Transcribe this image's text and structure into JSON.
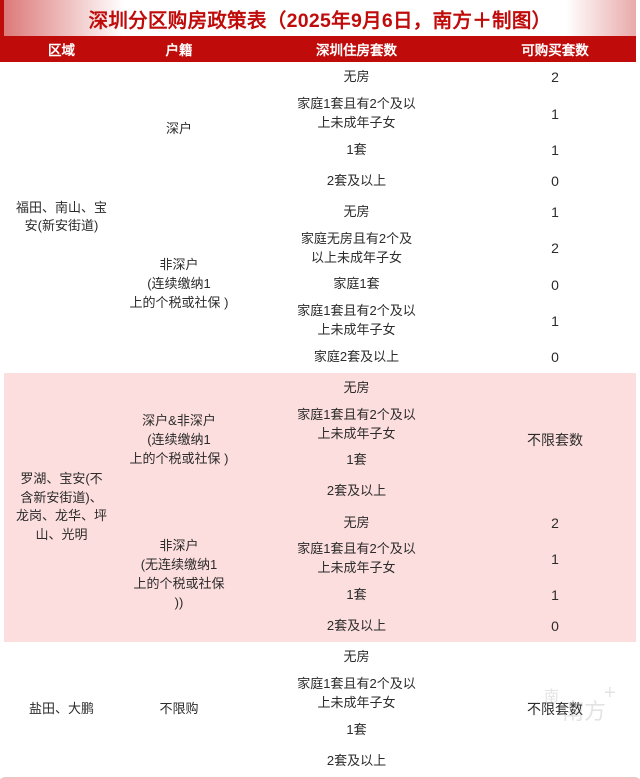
{
  "title": "深圳分区购房政策表（2025年9月6日，南方＋制图）",
  "accent_color": "#c00b0b",
  "pink_band_color": "#fddede",
  "watermark": "南方+",
  "header": {
    "region": "区域",
    "hukou": "户籍",
    "houses": "深圳住房套数",
    "quota": "可购买套数"
  },
  "sections": [
    {
      "region": "福田、南山、宝\n安(新安街道)",
      "background": "white",
      "groups": [
        {
          "hukou": "深户",
          "rows": [
            {
              "houses": "无房",
              "quota": "2"
            },
            {
              "houses": "家庭1套且有2个及以\n上未成年子女",
              "quota": "1"
            },
            {
              "houses": "1套",
              "quota": "1"
            },
            {
              "houses": "2套及以上",
              "quota": "0"
            }
          ]
        },
        {
          "hukou": "非深户\n(连续缴纳1\n上的个税或社保 )",
          "rows": [
            {
              "houses": "无房",
              "quota": "1"
            },
            {
              "houses": "家庭无房且有2个及\n以上未成年子女",
              "quota": "2"
            },
            {
              "houses": "家庭1套",
              "quota": "0"
            },
            {
              "houses": "家庭1套且有2个及以\n上未成年子女",
              "quota": "1"
            },
            {
              "houses": "家庭2套及以上",
              "quota": "0"
            }
          ]
        }
      ]
    },
    {
      "region": "罗湖、宝安(不\n含新安街道)、\n龙岗、龙华、坪\n山、光明",
      "background": "pink",
      "groups": [
        {
          "hukou": "深户&非深户\n(连续缴纳1\n上的个税或社保 )",
          "merged_quota": "不限套数",
          "rows": [
            {
              "houses": "无房"
            },
            {
              "houses": "家庭1套且有2个及以\n上未成年子女"
            },
            {
              "houses": "1套"
            },
            {
              "houses": "2套及以上"
            }
          ]
        },
        {
          "hukou": "非深户\n(无连续缴纳1\n上的个税或社保\n))",
          "rows": [
            {
              "houses": "无房",
              "quota": "2"
            },
            {
              "houses": "家庭1套且有2个及以\n上未成年子女",
              "quota": "1"
            },
            {
              "houses": "1套",
              "quota": "1"
            },
            {
              "houses": "2套及以上",
              "quota": "0"
            }
          ]
        }
      ]
    },
    {
      "region": "盐田、大鹏",
      "background": "white",
      "groups": [
        {
          "hukou": "不限购",
          "merged_quota": "不限套数",
          "rows": [
            {
              "houses": "无房"
            },
            {
              "houses": "家庭1套且有2个及以\n上未成年子女"
            },
            {
              "houses": "1套"
            },
            {
              "houses": "2套及以上"
            }
          ]
        }
      ]
    }
  ]
}
